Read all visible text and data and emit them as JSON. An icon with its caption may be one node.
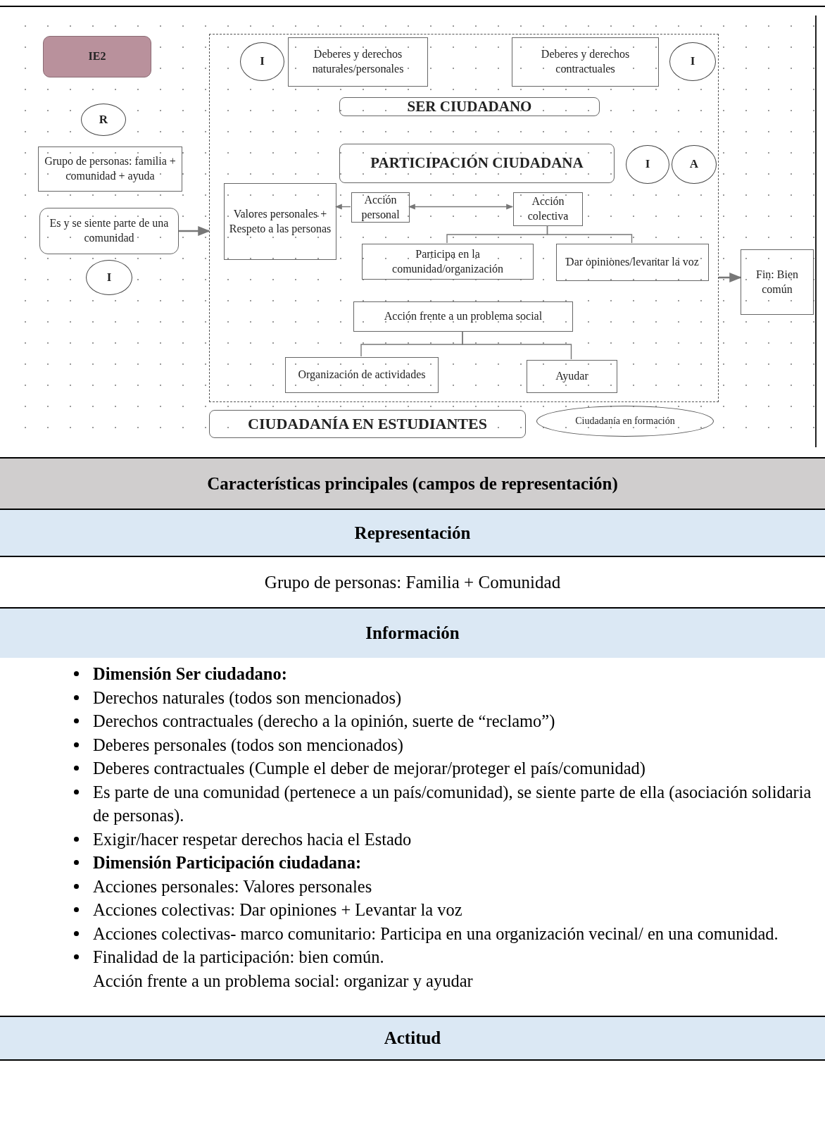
{
  "diagram": {
    "nodes": [
      {
        "text": [
          "IE2"
        ]
      },
      {
        "text": [
          "R"
        ]
      },
      {
        "text": [
          "Grupo de personas: familia + comunidad + ayuda"
        ]
      },
      {
        "text": [
          "Es y se siente parte de una comunidad"
        ]
      },
      {
        "text": [
          "I"
        ]
      },
      {
        "text": [],
        "shape": "box"
      },
      {
        "text": [
          "I"
        ],
        "in": 5
      },
      {
        "text": [
          "Deberes y derechos naturales/personales"
        ],
        "in": 5
      },
      {
        "text": [
          "Deberes y derechos contractuales"
        ],
        "in": 5
      },
      {
        "text": [
          "I"
        ],
        "in": 5
      },
      {
        "text": [
          "SER CIUDADANO"
        ],
        "in": 5
      },
      {
        "text": [
          "PARTICIPACIÓN CIUDADANA"
        ],
        "in": 5
      },
      {
        "text": [
          "I"
        ],
        "in": 5
      },
      {
        "text": [
          "A"
        ],
        "in": 5
      },
      {
        "text": [
          "Valores personales + Respeto a las personas"
        ],
        "in": 5
      },
      {
        "text": [
          "Acción personal"
        ],
        "in": 5
      },
      {
        "text": [
          "Acción colectiva"
        ],
        "in": 5
      },
      {
        "text": [
          "Participa en la comunidad/organización"
        ],
        "in": 5
      },
      {
        "text": [
          "Dar opiniones/levantar la voz"
        ],
        "in": 5
      },
      {
        "text": [
          "Acción frente a un problema social"
        ],
        "in": 5
      },
      {
        "text": [
          "Organización de actividades"
        ],
        "in": 5
      },
      {
        "text": [
          "Ayudar"
        ],
        "in": 5
      },
      {
        "text": [
          "Fin: Bien común"
        ]
      },
      {
        "text": [
          "CIUDADANÍA EN ESTUDIANTES"
        ]
      },
      {
        "text": [
          "Ciudadanía en formación"
        ]
      }
    ],
    "edges": [
      {
        "from": 3,
        "to": 5,
        "arrow": "to"
      },
      {
        "from": 15,
        "to": 14,
        "arrow": "to"
      },
      {
        "from": 15,
        "to": 16,
        "arrow": "both"
      },
      {
        "from": 16,
        "to": 17,
        "arrow": "none"
      },
      {
        "from": 16,
        "to": 18,
        "arrow": "none"
      },
      {
        "from": 19,
        "to": 20,
        "arrow": "none"
      },
      {
        "from": 19,
        "to": 21,
        "arrow": "none"
      },
      {
        "from": 5,
        "to": 22,
        "arrow": "to"
      }
    ],
    "labels": [
      "Características principales (campos de representación)",
      "Representación",
      "Grupo de personas: Familia + Comunidad",
      "Información",
      "Dimensión Ser ciudadano:",
      "Derechos naturales (todos son mencionados)",
      "Derechos contractuales (derecho a la opinión, suerte de “reclamo”)",
      "Deberes personales (todos son mencionados)",
      "Deberes contractuales (Cumple el deber de mejorar/proteger el país/comunidad)",
      "Es parte de una comunidad (pertenece a un país/comunidad), se siente parte de ella (asociación solidaria de personas).",
      "Exigir/hacer respetar derechos hacia el Estado",
      "Dimensión Participación ciudadana:",
      "Acciones personales: Valores personales",
      "Acciones colectivas: Dar opiniones + Levantar la voz",
      "Acciones colectivas- marco comunitario: Participa en una organización vecinal/ en una comunidad.",
      "Finalidad de la participación: bien común.",
      "Acción frente a un problema social: organizar y ayudar",
      "Actitud"
    ]
  }
}
